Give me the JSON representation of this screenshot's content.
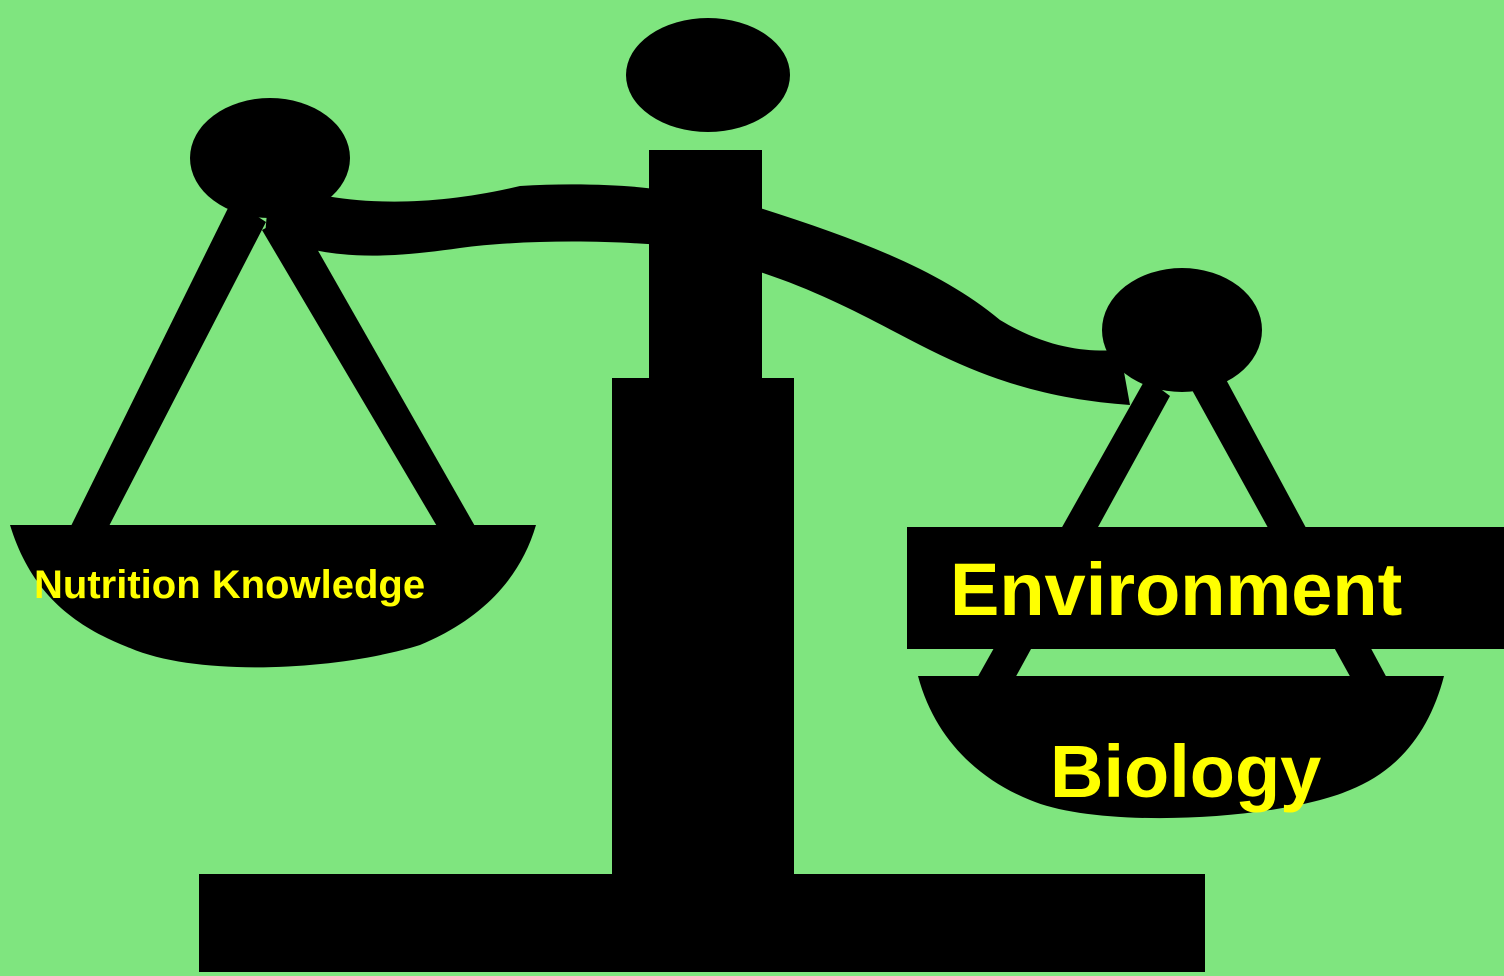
{
  "scale": {
    "left_pan_label": "Nutrition Knowledge",
    "right_box_label": "Environment",
    "right_pan_label": "Biology"
  },
  "colors": {
    "background": "#7fe57f",
    "silhouette": "#000000",
    "text": "#ffff00"
  }
}
